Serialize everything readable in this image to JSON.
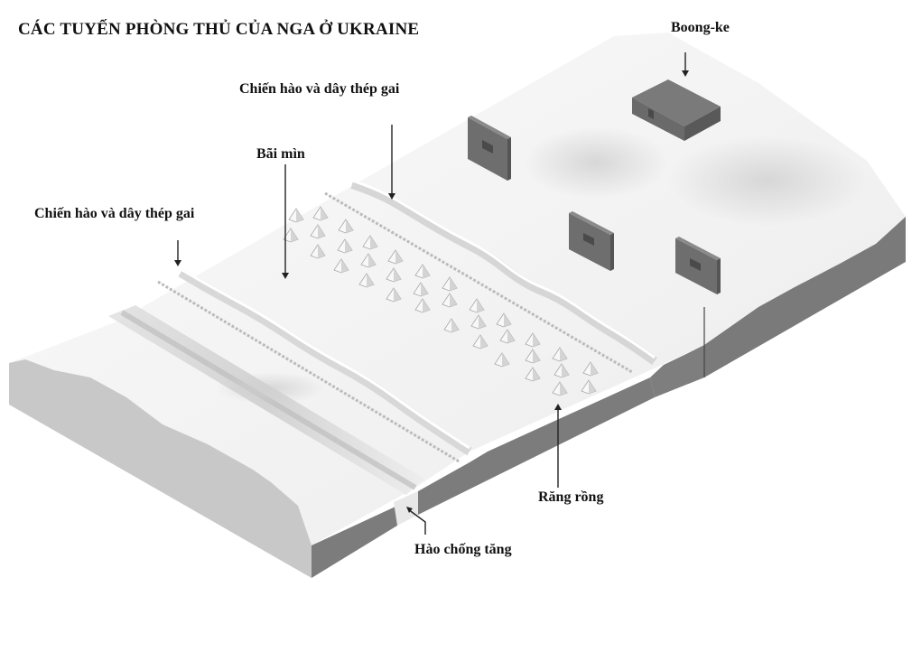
{
  "title": "CÁC TUYẾN PHÒNG THỦ CỦA NGA Ở UKRAINE",
  "labels": {
    "bunker": "Boong-ke",
    "trench_wire_upper": "Chiến hào và dây thép gai",
    "minefield": "Bãi mìn",
    "trench_wire_lower": "Chiến hào và dây thép gai",
    "dragons_teeth": "Răng rồng",
    "anti_tank_ditch": "Hào chống tăng"
  },
  "colors": {
    "terrain_top": "#f4f4f4",
    "terrain_side_light": "#c6c6c6",
    "terrain_side_dark": "#7a7a7a",
    "structure": "#6e6e6e",
    "text": "#111111"
  },
  "counts": {
    "pillboxes": 3,
    "bunkers": 1
  }
}
